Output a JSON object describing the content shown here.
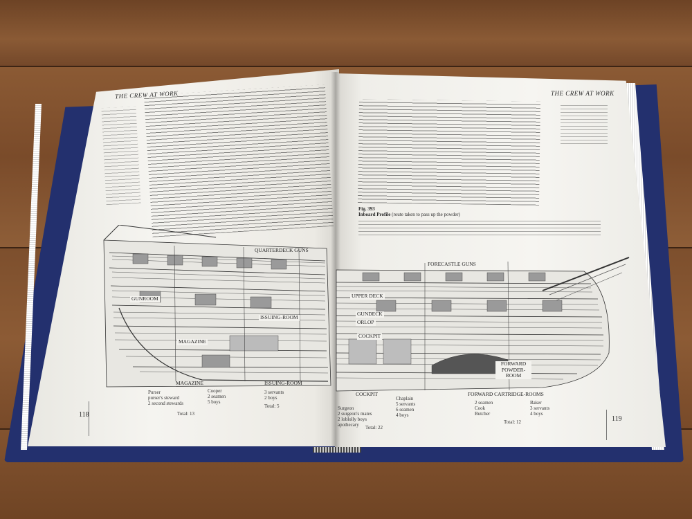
{
  "book": {
    "header_left": "THE CREW AT WORK",
    "header_right": "THE CREW AT WORK",
    "page_left": "118",
    "page_right": "119",
    "fig_caption": "Fig. 393",
    "fig_title": "Inboard Profile",
    "fig_subtitle": "(route taken to pass up the powder)"
  },
  "labels_left": {
    "quarterdeck": "QUARTERDECK GUNS",
    "gunroom": "GUNROOM",
    "issuing": "ISSUING-ROOM",
    "magazine": "MAGAZINE"
  },
  "labels_right": {
    "forecastle": "FORECASTLE GUNS",
    "upper_deck": "UPPER DECK",
    "gundeck": "GUNDECK",
    "orlop": "ORLOP",
    "cockpit": "COCKPIT",
    "forward_powder": "FORWARD POWDER-ROOM"
  },
  "stations_left": [
    {
      "title": "MAGAZINE",
      "crew": "Purser\npurser's steward\n2 second stewards",
      "crew2": "Cooper\n2 seamen\n5 boys",
      "total": "Total: 13"
    },
    {
      "title": "ISSUING-ROOM",
      "crew": "3 servants\n2 boys",
      "crew2": "",
      "total": "Total: 5"
    }
  ],
  "stations_right": [
    {
      "title": "COCKPIT",
      "crew": "Surgeon\n2 surgeon's mates\n2 loblolly boys\napothecary",
      "crew2": "Chaplain\n5 servants\n6 seamen\n4 boys",
      "total": "Total: 22"
    },
    {
      "title": "FORWARD CARTRIDGE-ROOMS",
      "crew": "2 seamen\nCook\nButcher",
      "crew2": "Baker\n3 servants\n4 boys",
      "total": "Total: 12"
    }
  ],
  "colors": {
    "floor": "#7a4e2c",
    "cover": "#23306e",
    "paper": "#f3f2ee",
    "ink": "#2a2a2a"
  }
}
